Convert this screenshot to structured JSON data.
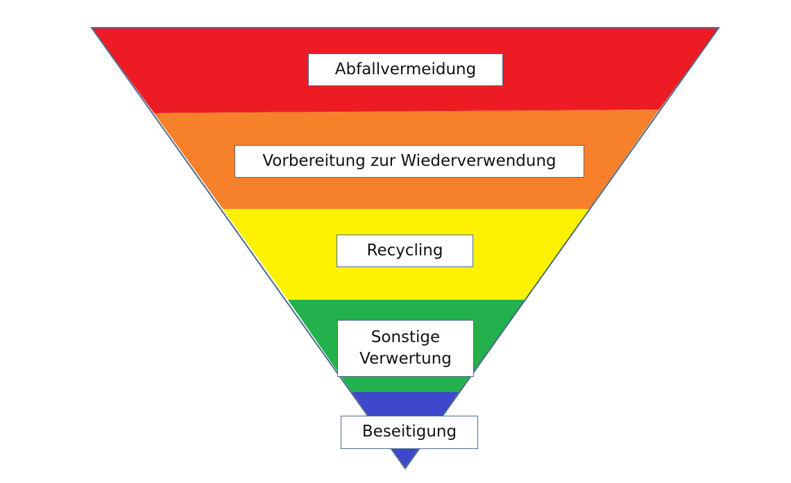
{
  "diagram": {
    "outline_color": "#4a6b8a",
    "levels": [
      {
        "id": "abfallvermeidung",
        "lines": [
          "Abfallvermeidung"
        ],
        "color": "#ed1c24"
      },
      {
        "id": "wiederverwendung",
        "lines": [
          "Vorbereitung zur Wiederverwendung"
        ],
        "color": "#f7802b"
      },
      {
        "id": "recycling",
        "lines": [
          "Recycling"
        ],
        "color": "#fff200"
      },
      {
        "id": "sonstige-verwertung",
        "lines": [
          "Sonstige",
          "Verwertung"
        ],
        "color": "#22b14c"
      },
      {
        "id": "beseitigung",
        "lines": [
          "Beseitigung"
        ],
        "color": "#3f48cc"
      }
    ]
  }
}
